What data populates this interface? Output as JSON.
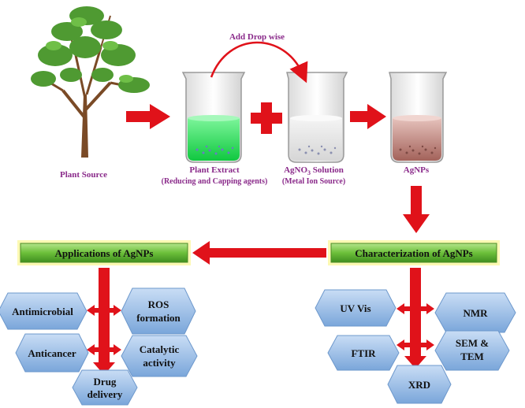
{
  "labels": {
    "plant_source": "Plant Source",
    "add_drop_wise": "Add Drop wise",
    "plant_extract": "Plant Extract",
    "plant_extract_note": "(Reducing and Capping agents)",
    "agno3_prefix": "AgNO",
    "agno3_sub": "3",
    "agno3_suffix": " Solution",
    "agno3_note": "(Metal Ion Source)",
    "agnps": "AgNPs"
  },
  "boxes": {
    "applications": "Applications of AgNPs",
    "characterization": "Characterization  of AgNPs"
  },
  "applications": {
    "antimicrobial": "Antimicrobial",
    "ros_line1": "ROS",
    "ros_line2": "formation",
    "anticancer": "Anticancer",
    "catalytic_line1": "Catalytic",
    "catalytic_line2": "activity",
    "drug_line1": "Drug",
    "drug_line2": "delivery"
  },
  "characterization": {
    "uvvis": "UV Vis",
    "nmr": "NMR",
    "ftir": "FTIR",
    "sem_line1": "SEM &",
    "sem_line2": "TEM",
    "xrd": "XRD"
  },
  "colors": {
    "arrow_red": "#e0121a",
    "hex_blue": "#8fb7e6",
    "box_green": "#6cbf3a",
    "label_purple": "#8a2a8a",
    "extract_green": "#22e25a",
    "product_brown": "#b97a72"
  }
}
